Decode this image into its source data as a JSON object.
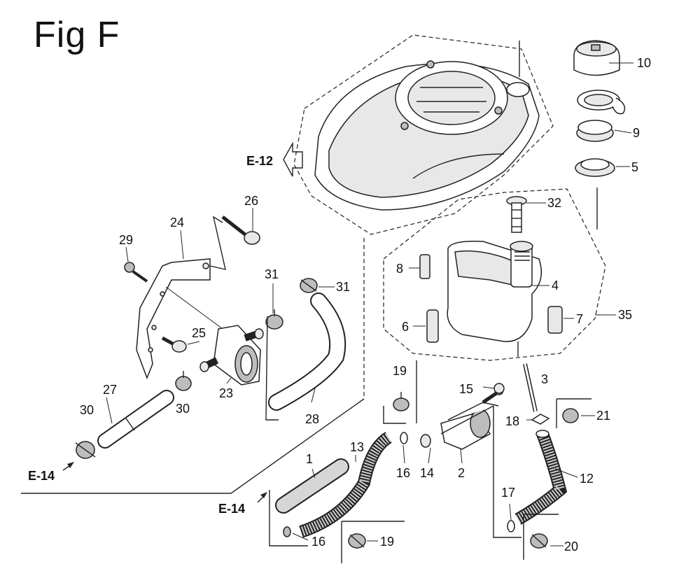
{
  "title": "Fig F",
  "refs": {
    "e12": "E-12",
    "e14_left": "E-14",
    "e14_mid": "E-14"
  },
  "labels": {
    "p1": "1",
    "p2": "2",
    "p3": "3",
    "p4": "4",
    "p5": "5",
    "p6": "6",
    "p7": "7",
    "p8": "8",
    "p9": "9",
    "p10": "10",
    "p12": "12",
    "p13": "13",
    "p14": "14",
    "p15": "15",
    "p16a": "16",
    "p16b": "16",
    "p17": "17",
    "p18": "18",
    "p19a": "19",
    "p19b": "19",
    "p20": "20",
    "p21": "21",
    "p23": "23",
    "p24": "24",
    "p25": "25",
    "p26": "26",
    "p27": "27",
    "p28": "28",
    "p29": "29",
    "p30a": "30",
    "p30b": "30",
    "p31a": "31",
    "p31b": "31",
    "p32": "32",
    "p35": "35"
  }
}
